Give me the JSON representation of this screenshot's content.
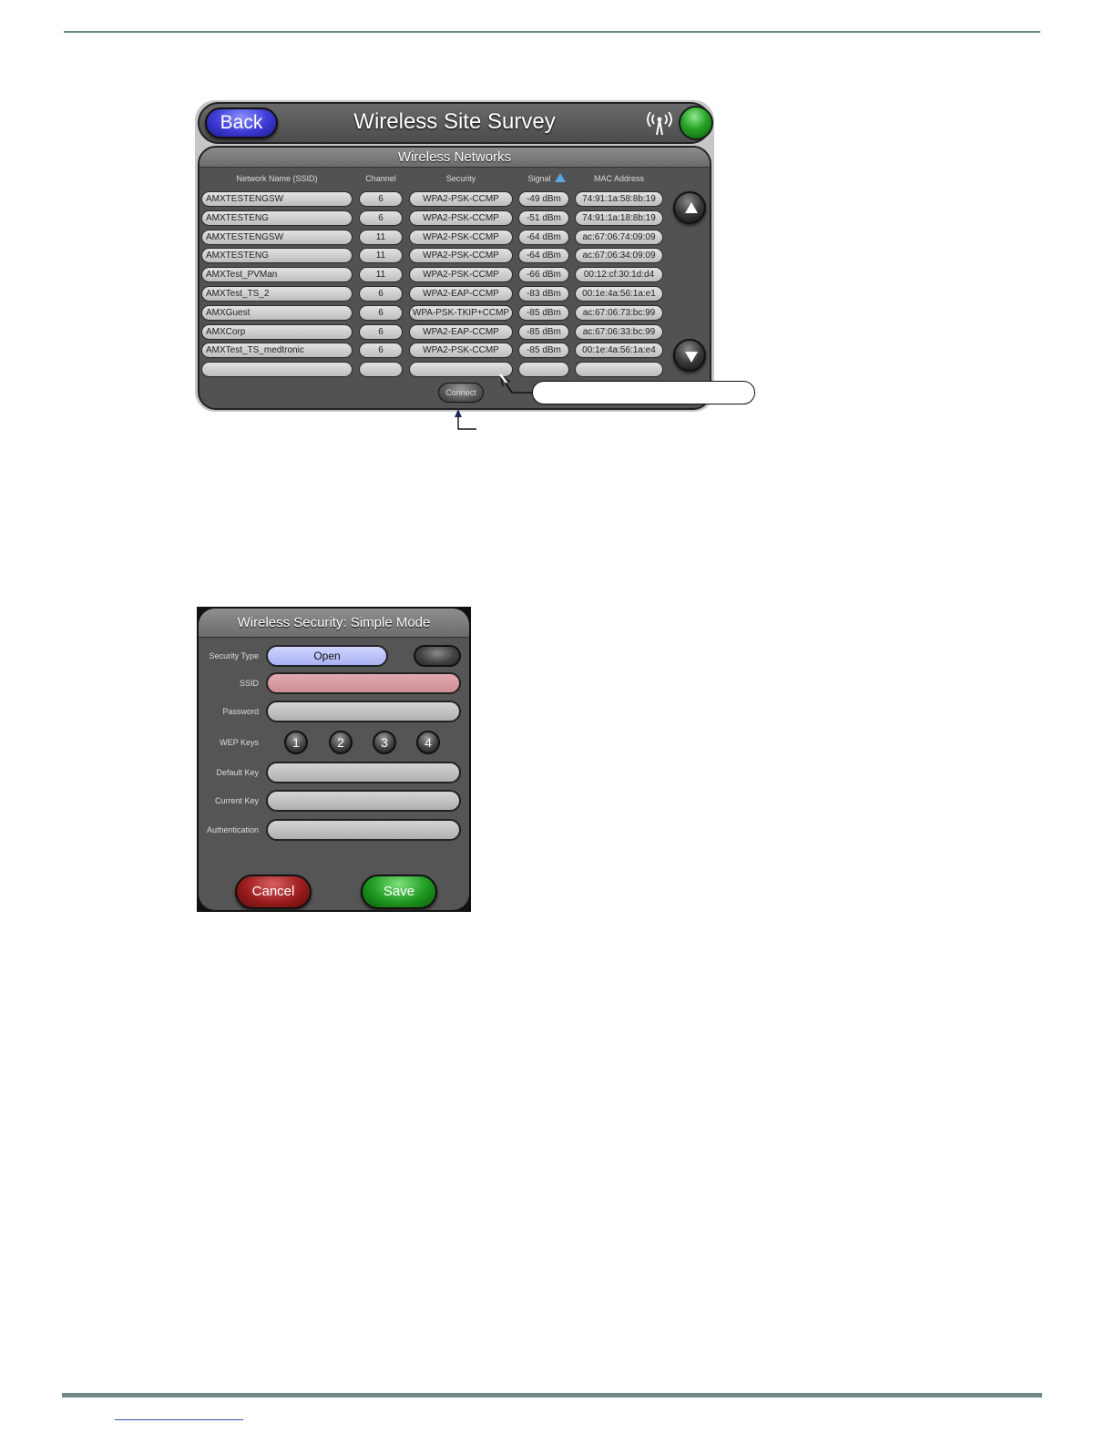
{
  "survey": {
    "back_label": "Back",
    "title": "Wireless Site Survey",
    "section_title": "Wireless Networks",
    "columns": {
      "ssid": "Network Name (SSID)",
      "channel": "Channel",
      "security": "Security",
      "signal": "Signal",
      "mac": "MAC Address"
    },
    "rows": [
      {
        "ssid": "AMXTESTENGSW",
        "channel": "6",
        "security": "WPA2-PSK-CCMP",
        "signal": "-49 dBm",
        "mac": "74:91:1a:58:8b:19"
      },
      {
        "ssid": "AMXTESTENG",
        "channel": "6",
        "security": "WPA2-PSK-CCMP",
        "signal": "-51 dBm",
        "mac": "74:91:1a:18:8b:19"
      },
      {
        "ssid": "AMXTESTENGSW",
        "channel": "11",
        "security": "WPA2-PSK-CCMP",
        "signal": "-64 dBm",
        "mac": "ac:67:06:74:09:09"
      },
      {
        "ssid": "AMXTESTENG",
        "channel": "11",
        "security": "WPA2-PSK-CCMP",
        "signal": "-64 dBm",
        "mac": "ac:67:06:34:09:09"
      },
      {
        "ssid": "AMXTest_PVMan",
        "channel": "11",
        "security": "WPA2-PSK-CCMP",
        "signal": "-66 dBm",
        "mac": "00:12:cf:30:1d:d4"
      },
      {
        "ssid": "AMXTest_TS_2",
        "channel": "6",
        "security": "WPA2-EAP-CCMP",
        "signal": "-83 dBm",
        "mac": "00:1e:4a:56:1a:e1"
      },
      {
        "ssid": "AMXGuest",
        "channel": "6",
        "security": "WPA-PSK-TKIP+CCMP",
        "signal": "-85 dBm",
        "mac": "ac:67:06:73:bc:99"
      },
      {
        "ssid": "AMXCorp",
        "channel": "6",
        "security": "WPA2-EAP-CCMP",
        "signal": "-85 dBm",
        "mac": "ac:67:06:33:bc:99"
      },
      {
        "ssid": "AMXTest_TS_medtronic",
        "channel": "6",
        "security": "WPA2-PSK-CCMP",
        "signal": "-85 dBm",
        "mac": "00:1e:4a:56:1a:e4"
      },
      {
        "ssid": "",
        "channel": "",
        "security": "",
        "signal": "",
        "mac": ""
      }
    ],
    "connect_label": "Connect",
    "icons": {
      "antenna": "antenna-icon",
      "status": "status-led",
      "scroll_up": "up-arrow-icon",
      "scroll_down": "down-arrow-icon"
    },
    "colors": {
      "back": "#3d3ad6",
      "status": "#26a326",
      "sort": "#5aa8e8"
    }
  },
  "security": {
    "title": "Wireless Security: Simple Mode",
    "labels": {
      "security_type": "Security Type",
      "ssid": "SSID",
      "password": "Password",
      "wep_keys": "WEP Keys",
      "default_key": "Default Key",
      "current_key": "Current Key",
      "authentication": "Authentication"
    },
    "security_type_value": "Open",
    "wep_keys": [
      "1",
      "2",
      "3",
      "4"
    ],
    "cancel_label": "Cancel",
    "save_label": "Save",
    "colors": {
      "cancel": "#9c1d1d",
      "save": "#1f9a1f",
      "security_type": "#a9b1f2",
      "ssid": "#cd8d96"
    }
  }
}
